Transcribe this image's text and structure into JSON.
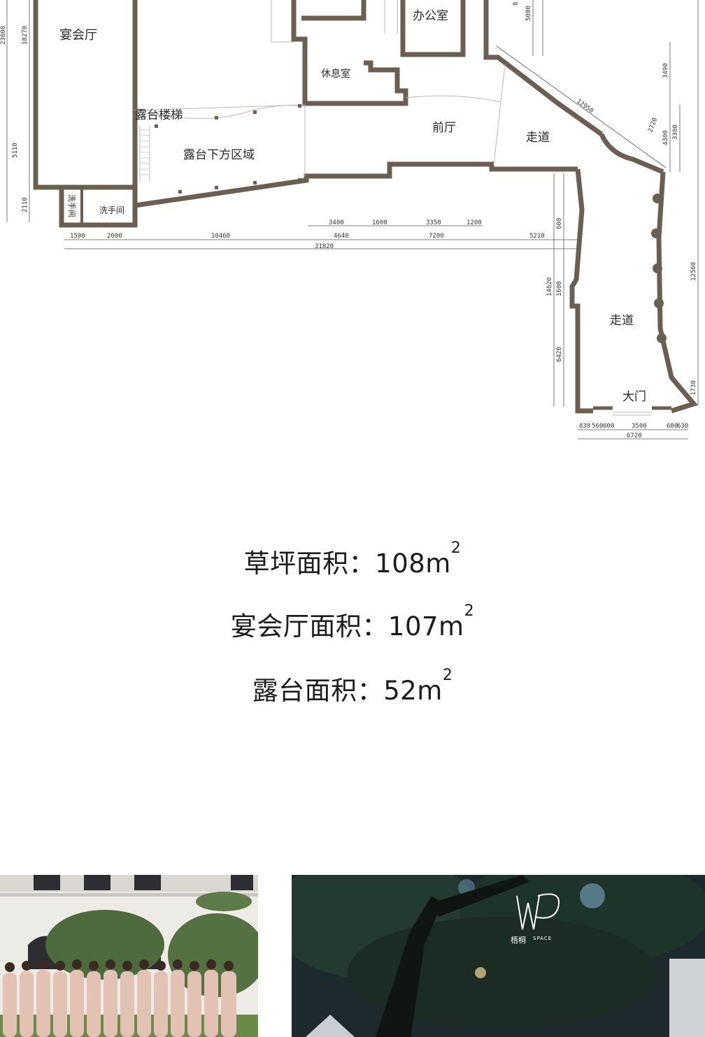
{
  "rooms": {
    "banquet_hall": "宴会厅",
    "office": "办公室",
    "lounge": "休息室",
    "terrace_stairs": "露台楼梯",
    "under_terrace": "露台下方区域",
    "front_hall": "前厅",
    "corridor_upper": "走道",
    "corridor_lower": "走道",
    "washroom_a": "洗手间",
    "washroom_b": "洗手间",
    "main_gate": "大门"
  },
  "dimensions": {
    "bottom_row_1": [
      "1500",
      "2000",
      "10460",
      "4640",
      "7200",
      "5210"
    ],
    "bottom_total": "31820",
    "upper_row": [
      "3400",
      "1600",
      "3350",
      "1200"
    ],
    "left_side": [
      "18270",
      "5110",
      "2110",
      "23600"
    ],
    "top_small": [
      "8",
      "5000"
    ],
    "diagonal": [
      "12950",
      "2720"
    ],
    "right_side_upper": [
      "3490",
      "4300",
      "3300"
    ],
    "corridor_left": [
      "600",
      "14620",
      "1600",
      "6420"
    ],
    "corridor_right": [
      "12560",
      "1730"
    ],
    "gate_row": [
      "830",
      "560",
      "600",
      "3500",
      "600",
      "630"
    ],
    "gate_total": "6720"
  },
  "stats": [
    {
      "label": "草坪面积：",
      "value": "108m",
      "sup": "2"
    },
    {
      "label": "宴会厅面积：",
      "value": "107m",
      "sup": "2"
    },
    {
      "label": "露台面积：",
      "value": "52m",
      "sup": "2"
    }
  ],
  "watermark": {
    "brand": "梧桐",
    "sub": "SPACE"
  },
  "colors": {
    "wall": "#6b5f52",
    "thin_line": "#b9b9b9",
    "dim_line": "#555555"
  }
}
